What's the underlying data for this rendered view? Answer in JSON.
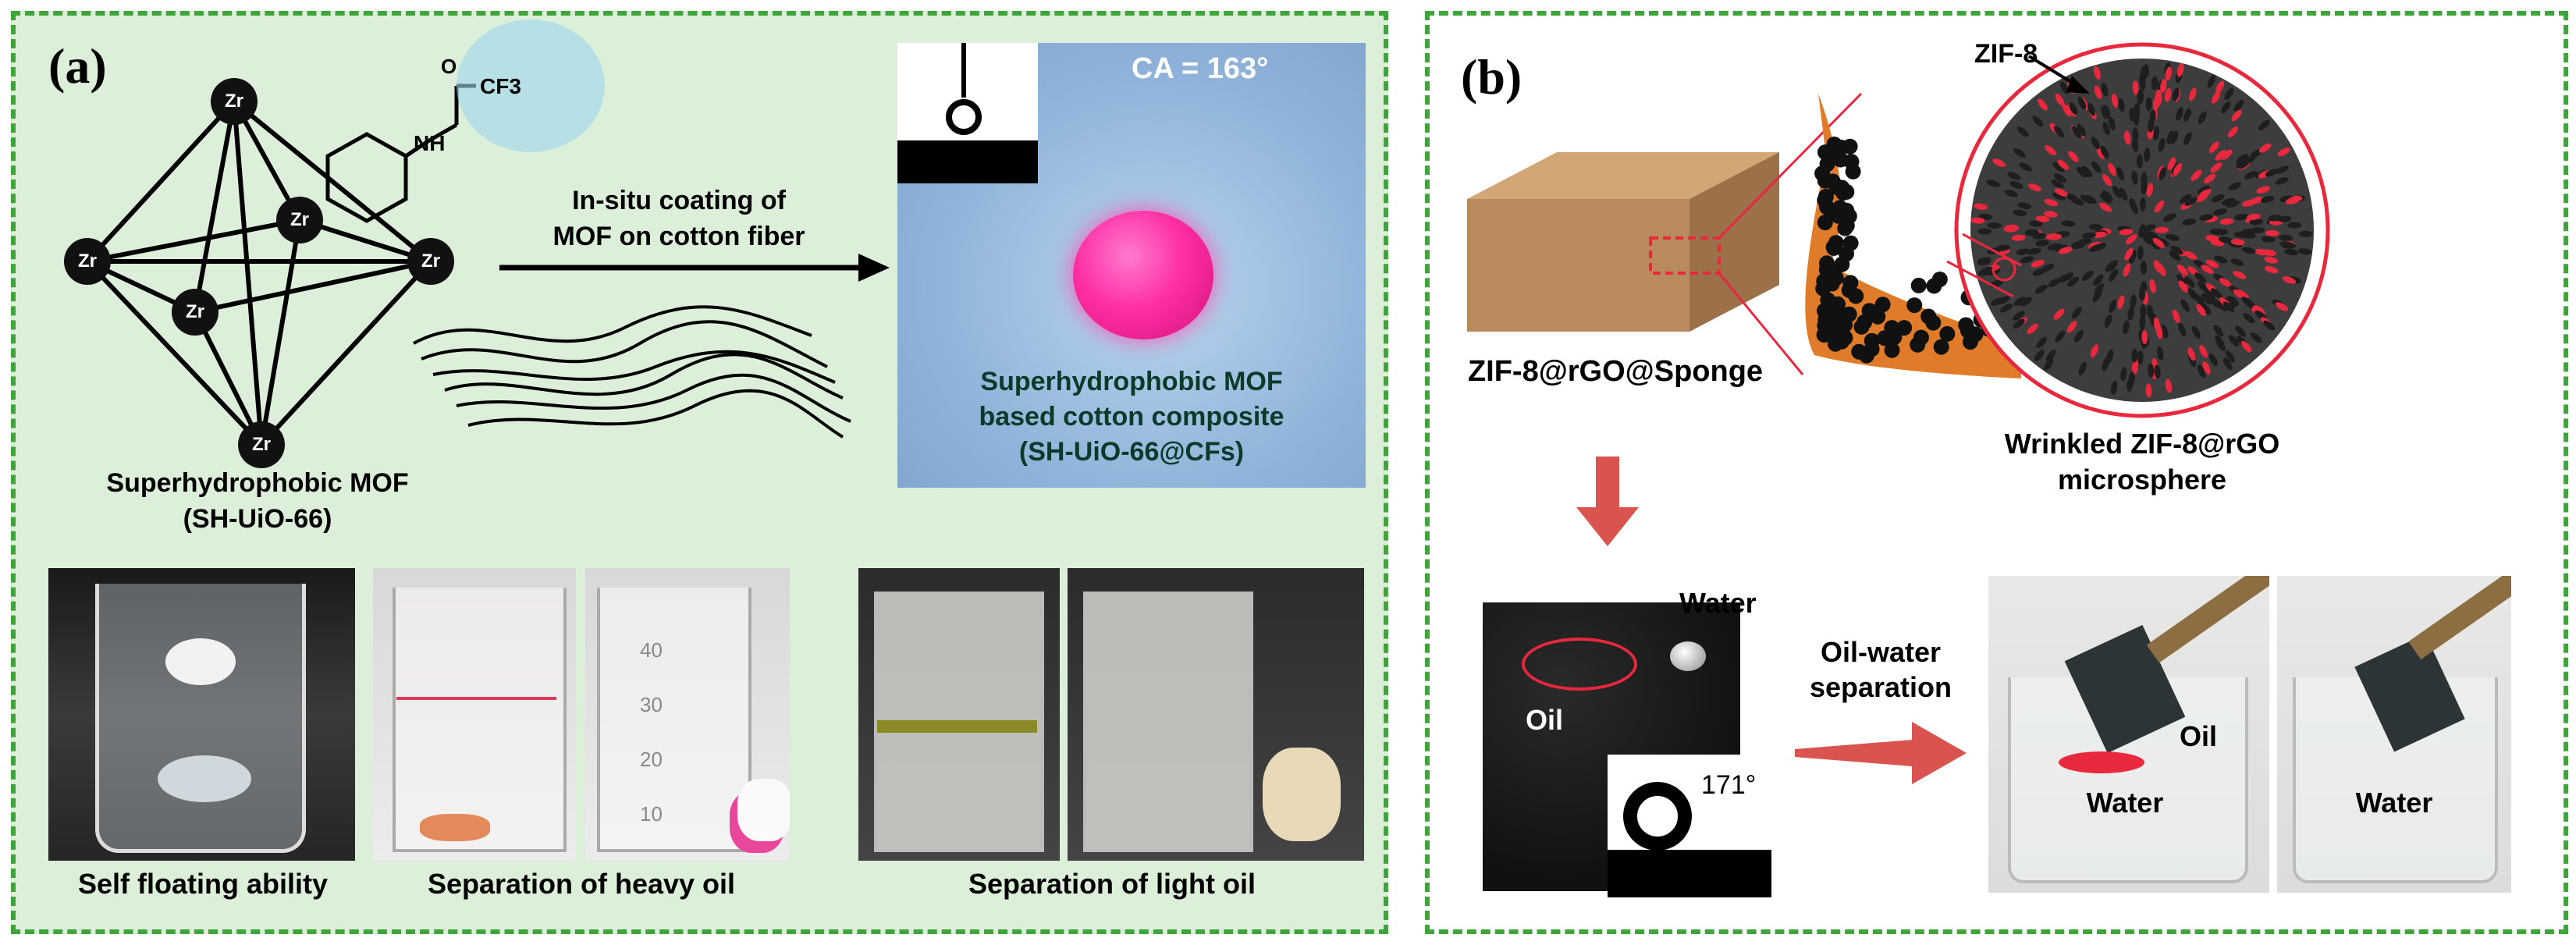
{
  "panel_a": {
    "label": "(a)",
    "mof_atom": "Zr",
    "mof_name": "Superhydrophobic MOF",
    "mof_code": "(SH-UiO-66)",
    "group_o": "O",
    "group_cf3": "CF3",
    "group_nh": "NH",
    "arrow_line1": "In-situ coating of",
    "arrow_line2": "MOF on cotton fiber",
    "contact_angle": "CA = 163°",
    "composite_line1": "Superhydrophobic MOF",
    "composite_line2": "based cotton composite",
    "composite_line3": "(SH-UiO-66@CFs)",
    "captions": [
      "Self floating ability",
      "Separation of heavy oil",
      "Separation of light oil"
    ],
    "beaker_ticks": [
      "40",
      "30",
      "20",
      "10"
    ]
  },
  "panel_b": {
    "label": "(b)",
    "zif8": "ZIF-8",
    "sponge": "ZIF-8@rGO@Sponge",
    "microsphere_line1": "Wrinkled ZIF-8@rGO",
    "microsphere_line2": "microsphere",
    "water": "Water",
    "oil": "Oil",
    "angle": "171°",
    "separation_line1": "Oil-water",
    "separation_line2": "separation",
    "photo_oil": "Oil",
    "photo_water_1": "Water",
    "photo_water_2": "Water"
  },
  "colors": {
    "frame_green": "#3fa43a",
    "panel_a_bg": "#dcefd8",
    "arrow_red": "#d9534f",
    "zif_red": "#e8283c",
    "sponge_brown": "#b98a5e",
    "orange": "#e07b2a"
  }
}
